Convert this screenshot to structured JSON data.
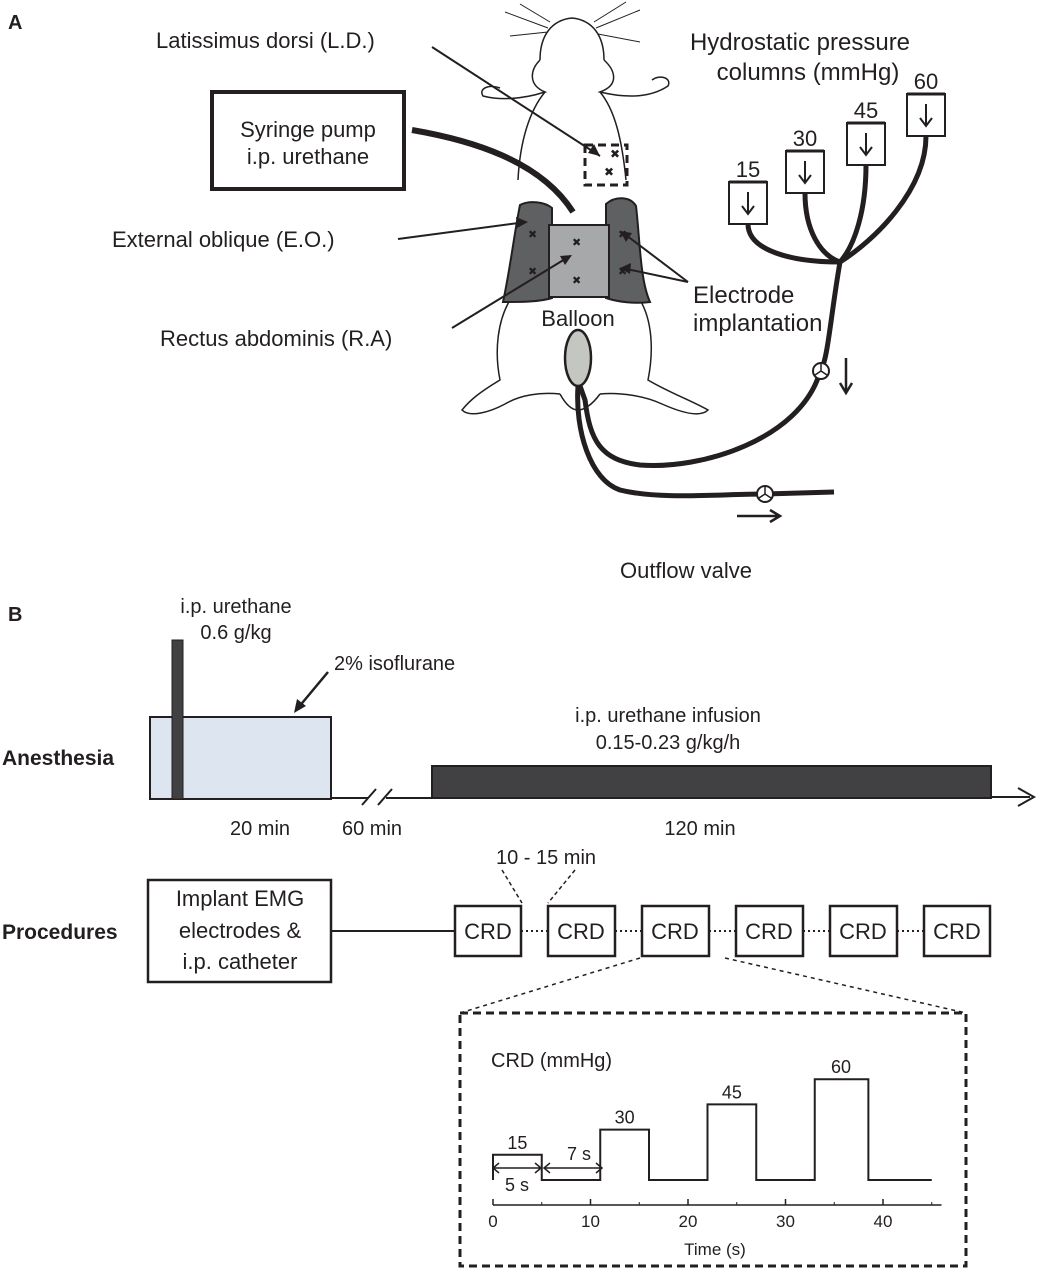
{
  "panel_a": {
    "panel_label": "A",
    "labels": {
      "ld": "Latissimus dorsi (L.D.)",
      "syringe_line1": "Syringe pump",
      "syringe_line2": "i.p. urethane",
      "eo": "External oblique (E.O.)",
      "ra": "Rectus abdominis (R.A)",
      "balloon": "Balloon",
      "electrode_line1": "Electrode",
      "electrode_line2": "implantation",
      "hydro_line1": "Hydrostatic pressure",
      "hydro_line2": "columns (mmHg)",
      "outflow": "Outflow valve"
    },
    "columns": [
      "15",
      "30",
      "45",
      "60"
    ],
    "colors": {
      "dark_muscle": "#5f6062",
      "light_muscle": "#a6a8a9",
      "balloon": "#c4c6c2",
      "line": "#231f20"
    }
  },
  "panel_b": {
    "panel_label": "B",
    "rows": {
      "anesthesia": "Anesthesia",
      "procedures": "Procedures"
    },
    "anesthesia": {
      "bolus_line1": "i.p. urethane",
      "bolus_line2": "0.6 g/kg",
      "iso": "2% isoflurane",
      "infusion_line1": "i.p. urethane infusion",
      "infusion_line2": "0.15-0.23 g/kg/h",
      "dur1": "20 min",
      "dur2": "60 min",
      "dur3": "120 min",
      "colors": {
        "iso_box": "#dde6f0",
        "infusion_bar": "#414042"
      }
    },
    "procedures": {
      "implant_line1": "Implant EMG",
      "implant_line2": "electrodes &",
      "implant_line3": "i.p. catheter",
      "interval": "10 - 15 min",
      "crd_labels": [
        "CRD",
        "CRD",
        "CRD",
        "CRD",
        "CRD",
        "CRD"
      ]
    },
    "inset": {
      "chart_data": {
        "type": "line",
        "title": "CRD (mmHg)",
        "xlabel": "Time (s)",
        "ylabel": "",
        "x_ticks": [
          0,
          10,
          20,
          30,
          40
        ],
        "xlim": [
          0,
          46
        ],
        "series": [
          {
            "x": [
              0,
              0,
              5,
              5,
              11,
              11,
              16,
              16,
              22,
              22,
              27,
              27,
              33,
              33,
              38.5,
              38.5,
              45
            ],
            "y": [
              0,
              15,
              15,
              0,
              0,
              30,
              30,
              0,
              0,
              45,
              45,
              0,
              0,
              60,
              60,
              0,
              0
            ]
          }
        ],
        "step_labels": [
          {
            "text": "15",
            "x": 2.5,
            "level": 15
          },
          {
            "text": "30",
            "x": 13.5,
            "level": 30
          },
          {
            "text": "45",
            "x": 24.5,
            "level": 45
          },
          {
            "text": "60",
            "x": 35.7,
            "level": 60
          }
        ],
        "annotations": [
          "5 s",
          "7 s"
        ]
      }
    }
  }
}
